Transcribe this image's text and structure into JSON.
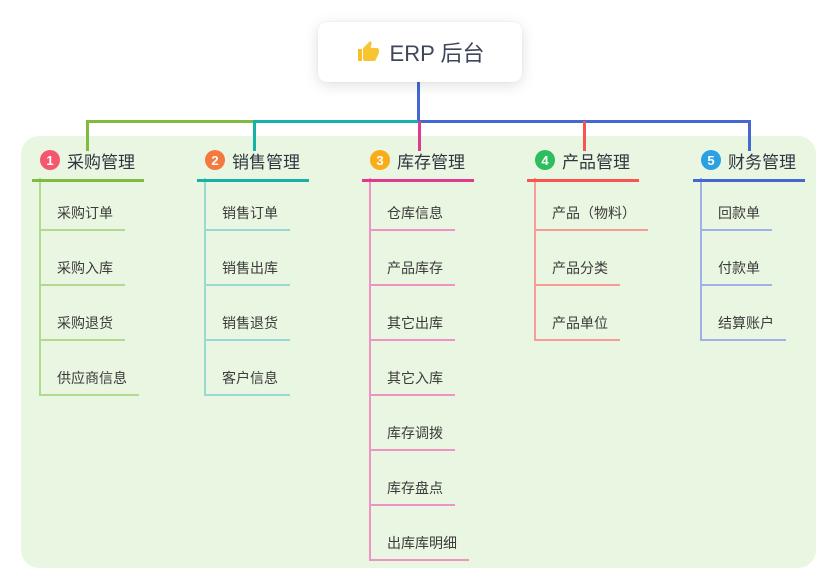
{
  "root": {
    "icon": "thumbs-up-icon",
    "label": "ERP 后台"
  },
  "colors": {
    "canvas_bg": "#FFFFFF",
    "panel_bg": "#E9F6E1",
    "root_card_bg": "#FFFFFF",
    "root_text": "#3E4759",
    "root_connector": "#4467D4",
    "icon_gold": "#F5C02C"
  },
  "branches": [
    {
      "num": "1",
      "label": "采购管理",
      "badge_color": "#F3586E",
      "line_color": "#7EBB40",
      "child_line_color": "#B2DA8E",
      "items": [
        "采购订单",
        "采购入库",
        "采购退货",
        "供应商信息"
      ]
    },
    {
      "num": "2",
      "label": "销售管理",
      "badge_color": "#F5793E",
      "line_color": "#16B1A7",
      "child_line_color": "#9AD9D3",
      "items": [
        "销售订单",
        "销售出库",
        "销售退货",
        "客户信息"
      ]
    },
    {
      "num": "3",
      "label": "库存管理",
      "badge_color": "#FBAC1A",
      "line_color": "#E03A90",
      "child_line_color": "#EF93C4",
      "items": [
        "仓库信息",
        "产品库存",
        "其它出库",
        "其它入库",
        "库存调拨",
        "库存盘点",
        "出库库明细"
      ]
    },
    {
      "num": "4",
      "label": "产品管理",
      "badge_color": "#2FBE5D",
      "line_color": "#F95450",
      "child_line_color": "#FA9B96",
      "items": [
        "产品（物料）",
        "产品分类",
        "产品单位"
      ]
    },
    {
      "num": "5",
      "label": "财务管理",
      "badge_color": "#2BA1E4",
      "line_color": "#4467D4",
      "child_line_color": "#9FB2E8",
      "items": [
        "回款单",
        "付款单",
        "结算账户"
      ]
    }
  ]
}
